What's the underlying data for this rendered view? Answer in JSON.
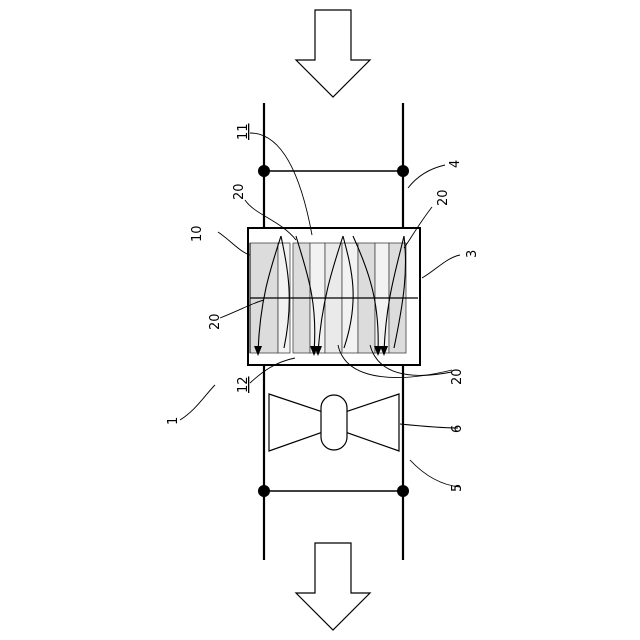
{
  "labels": {
    "apparatus": "1",
    "casing": "3",
    "upper_duct": "4",
    "lower_duct": "5",
    "fan": "6",
    "heat_exchanger": "10",
    "inlet_space": "11",
    "outlet_space": "12",
    "fin": "20"
  },
  "colors": {
    "stroke": "#000000",
    "shade": "#d8d8d8",
    "light": "#ededed"
  }
}
